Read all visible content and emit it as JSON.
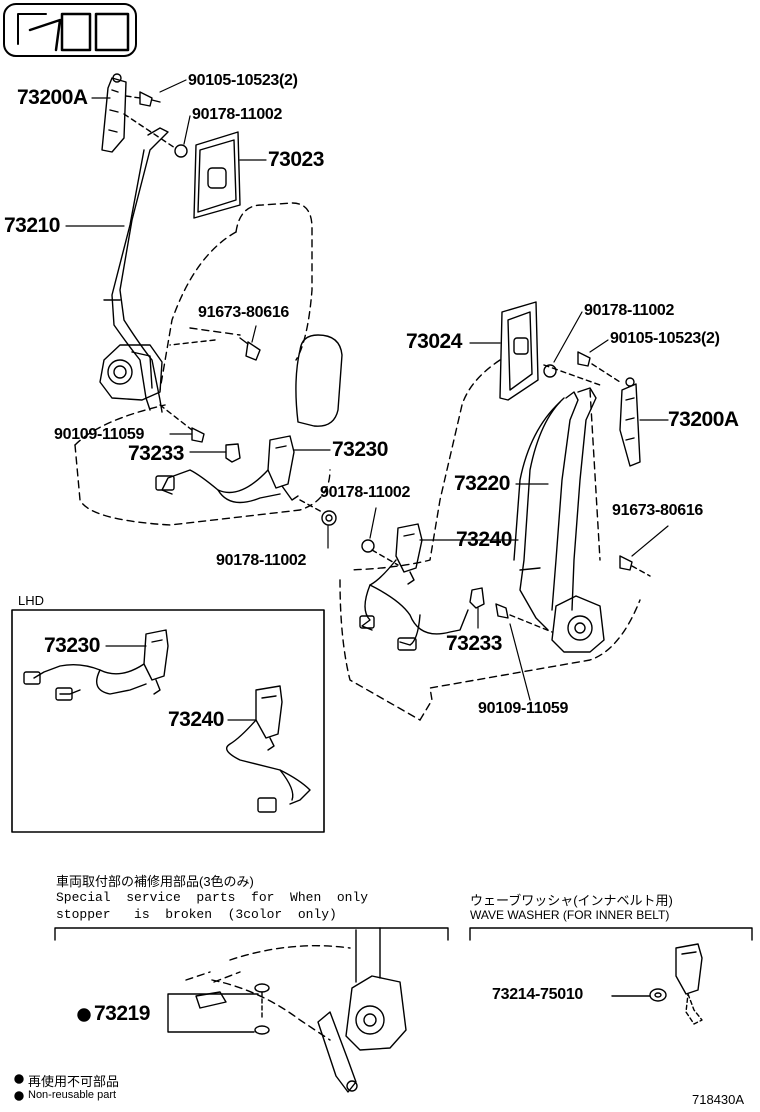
{
  "labels": {
    "p73200a_top": "73200A",
    "p90105_top": "90105-10523(2)",
    "p90178_top": "90178-11002",
    "p73023": "73023",
    "p73210": "73210",
    "p91673_left": "91673-80616",
    "p90109_left": "90109-11059",
    "p73233_left": "73233",
    "p73230_main": "73230",
    "p90178_left_bottom": "90178-11002",
    "p73024": "73024",
    "p90178_right_top": "90178-11002",
    "p90105_right": "90105-10523(2)",
    "p73200a_right": "73200A",
    "p73220": "73220",
    "p90178_mid": "90178-11002",
    "p91673_right": "91673-80616",
    "p73240_main": "73240",
    "p73233_right": "73233",
    "p90109_right": "90109-11059",
    "p73230_lhd": "73230",
    "p73240_lhd": "73240",
    "p73219": "73219",
    "p73214": "73214-75010",
    "diagram_id": "718430A"
  },
  "notes": {
    "lhd": "LHD",
    "special_jp": "車両取付部の補修用部品(3色のみ)",
    "special_en_1": "Special  service  parts  for  When  only",
    "special_en_2": "stopper   is  broken  (3color  only)",
    "washer_jp": "ウェーブワッシャ(インナベルト用)",
    "washer_en": "WAVE WASHER (FOR INNER BELT)",
    "nonreusable_jp": "再使用不可部品",
    "nonreusable_en": "Non-reusable part"
  }
}
